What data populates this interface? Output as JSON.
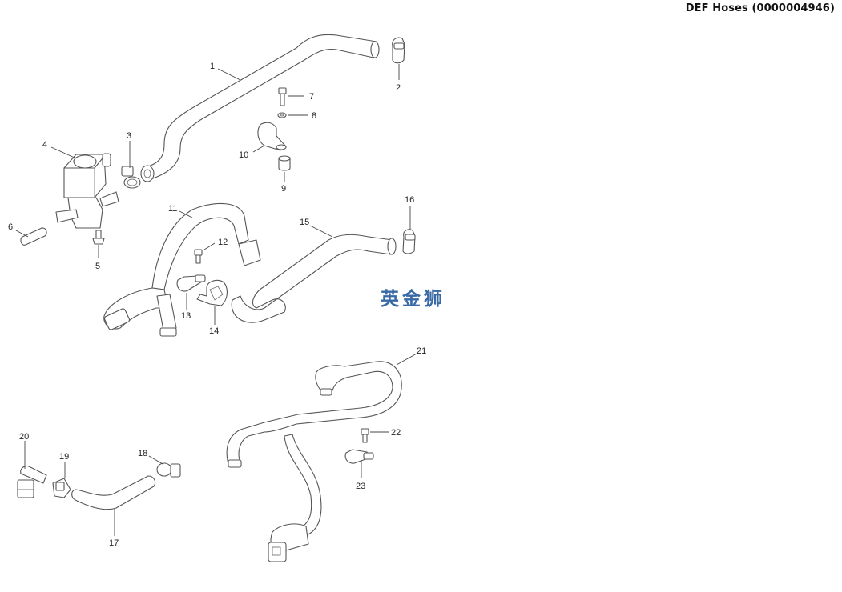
{
  "title": "DEF Hoses (0000004946)",
  "watermark": "英金狮",
  "colors": {
    "watermark": "#3a6aa6",
    "line_art": "#555555",
    "background": "#ffffff"
  },
  "callouts": [
    "1",
    "2",
    "3",
    "4",
    "5",
    "6",
    "7",
    "8",
    "9",
    "10",
    "11",
    "12",
    "13",
    "14",
    "15",
    "16",
    "17",
    "18",
    "19",
    "20",
    "21",
    "22",
    "23"
  ]
}
